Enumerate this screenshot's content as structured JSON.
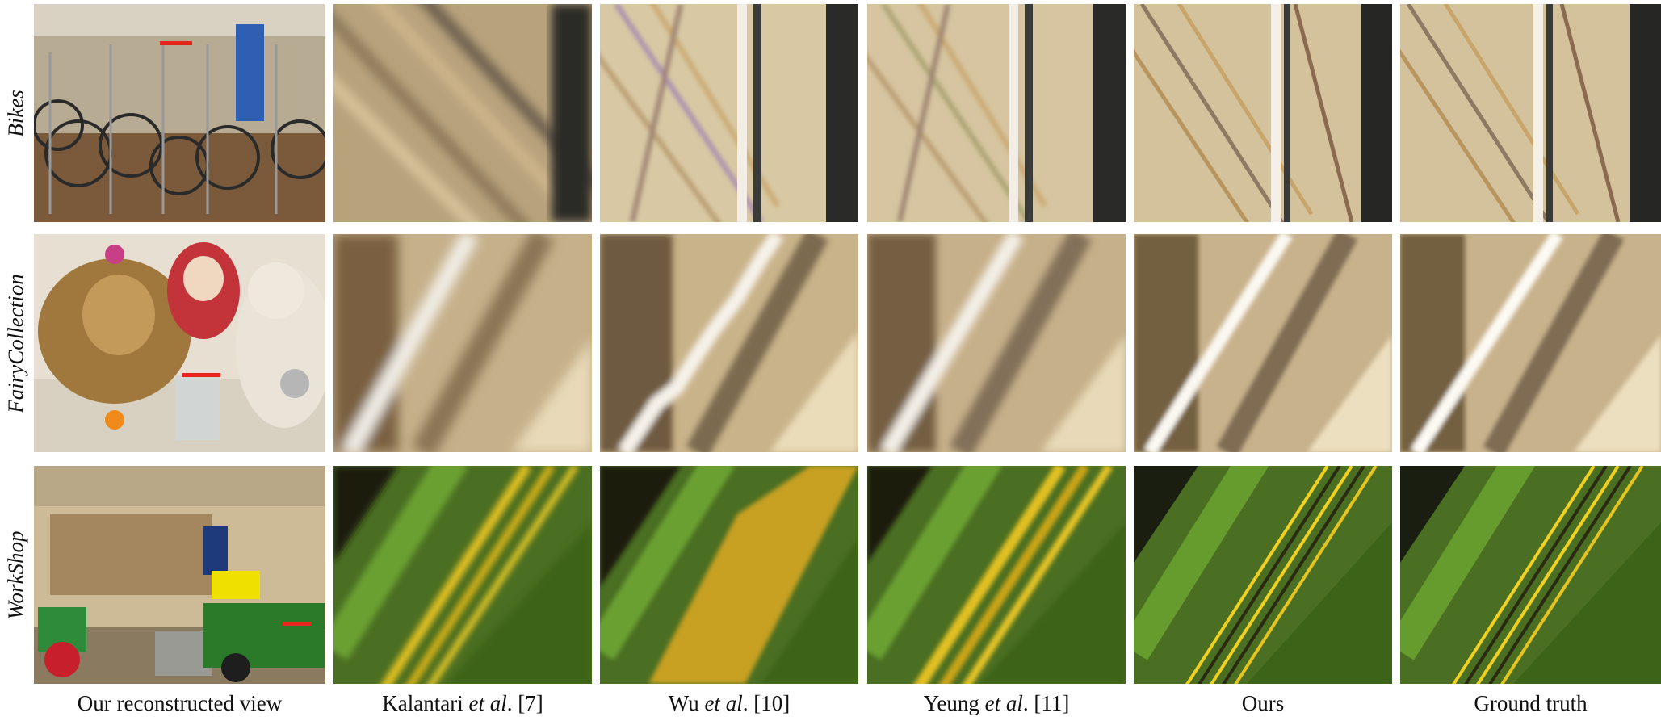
{
  "rows": [
    {
      "label": "Bikes"
    },
    {
      "label": "FairyCollection"
    },
    {
      "label": "WorkShop"
    }
  ],
  "captions": [
    {
      "pre": "Our reconstructed view",
      "em": "",
      "post": ""
    },
    {
      "pre": "Kalantari ",
      "em": "et al",
      "post": ". [7]"
    },
    {
      "pre": "Wu ",
      "em": "et al",
      "post": ". [10]"
    },
    {
      "pre": "Yeung ",
      "em": "et al",
      "post": ". [11]"
    },
    {
      "pre": "Ours",
      "em": "",
      "post": ""
    },
    {
      "pre": "Ground truth",
      "em": "",
      "post": ""
    }
  ],
  "colors": {
    "marker": "#e8261e",
    "bikes_bg": "#b3a180",
    "fairy_bg": "#d9c8a3",
    "workshop_bg": "#6b8a2a"
  }
}
